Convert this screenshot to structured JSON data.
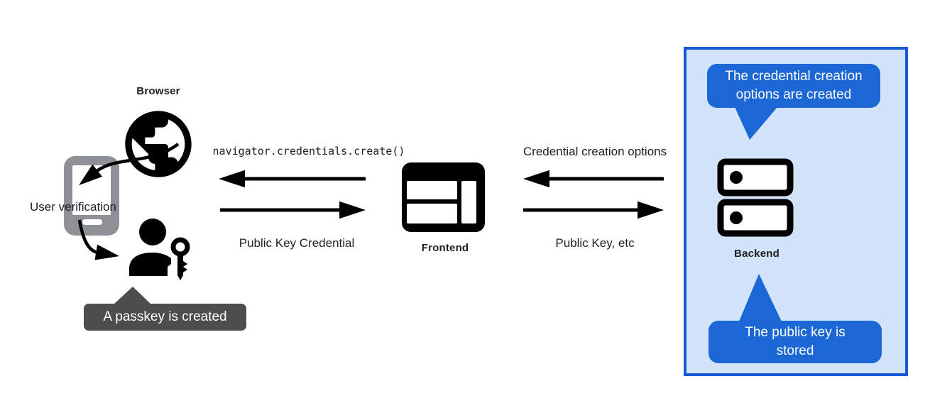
{
  "colors": {
    "accent_blue": "#1a67d5",
    "box_border_blue": "#155bd4",
    "light_blue": "#d2e3fc",
    "tooltip_gray": "#4d4d4d",
    "phone_gray": "#8d9196",
    "ink": "#1f1f1f"
  },
  "nodes": {
    "browser": "Browser",
    "user_verification": "User verification",
    "frontend": "Frontend",
    "backend": "Backend"
  },
  "messages": {
    "create_call": "navigator.credentials.create()",
    "public_key_credential": "Public Key Credential",
    "credential_creation_options": "Credential creation options",
    "public_key_etc": "Public Key, etc"
  },
  "tooltips": {
    "passkey_created": "A passkey is created",
    "options_created": {
      "line1": "The credential creation",
      "line2": "options are created"
    },
    "key_stored": {
      "line1": "The public key is",
      "line2": "stored"
    }
  },
  "icons": {
    "browser": "globe-icon",
    "device": "smartphone-icon",
    "user": "person-key-icon",
    "frontend": "browser-window-icon",
    "backend": "server-stack-icon"
  }
}
